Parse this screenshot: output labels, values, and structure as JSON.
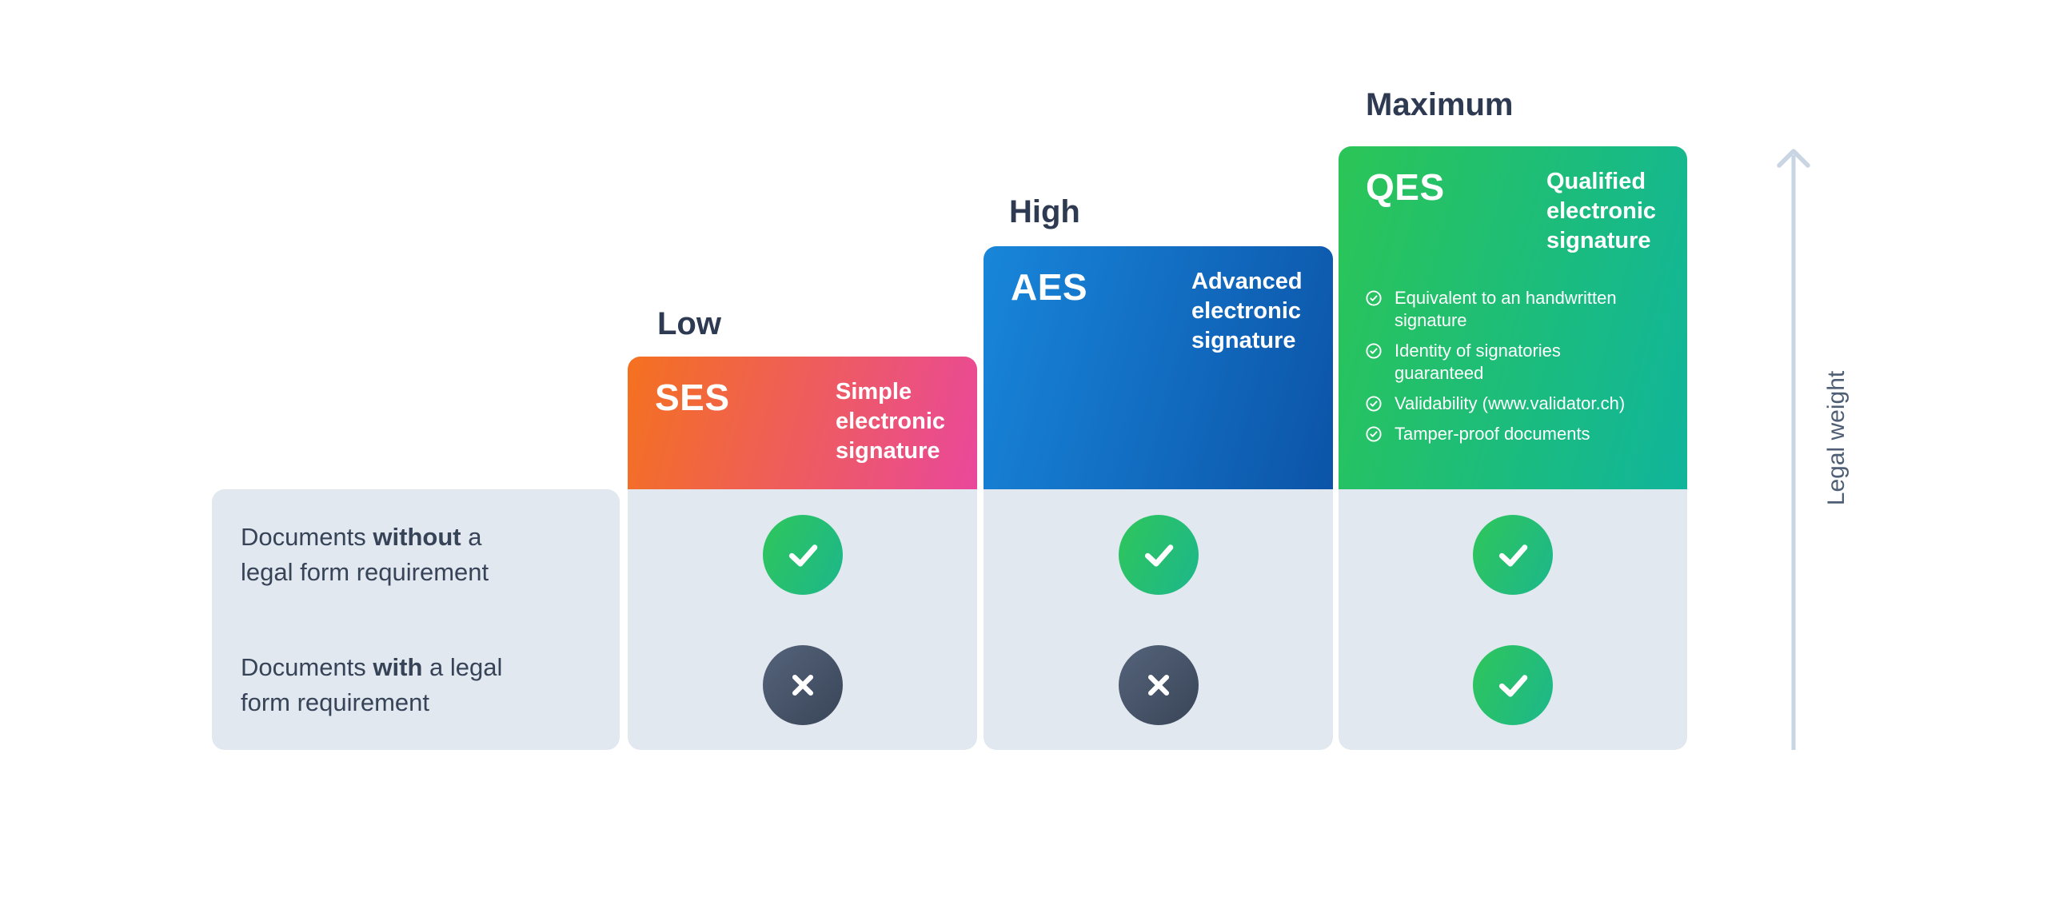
{
  "levels": [
    {
      "weight_label": "Low",
      "abbr": "SES",
      "name": "Simple\nelectronic\nsignature",
      "color_start": "#F4711F",
      "color_end": "#E9489B",
      "features": []
    },
    {
      "weight_label": "High",
      "abbr": "AES",
      "name": "Advanced\nelectronic\nsignature",
      "color_start": "#1886DA",
      "color_end": "#0C54A8",
      "features": []
    },
    {
      "weight_label": "Maximum",
      "abbr": "QES",
      "name": "Qualified\nelectronic\nsignature",
      "color_start": "#2BC556",
      "color_end": "#10B59B",
      "features": [
        "Equivalent to an handwritten\nsignature",
        "Identity of signatories\nguaranteed",
        "Validability (www.validator.ch)",
        "Tamper-proof documents"
      ]
    }
  ],
  "rows": [
    {
      "prefix": "Documents ",
      "bold": "without",
      "suffix": " a\nlegal form requirement",
      "cells": [
        "check",
        "check",
        "check"
      ]
    },
    {
      "prefix": "Documents ",
      "bold": "with",
      "suffix": " a legal\nform requirement",
      "cells": [
        "cross",
        "cross",
        "check"
      ]
    }
  ],
  "axis": {
    "label": "Legal weight"
  },
  "colors": {
    "panel_background": "#E2E8F0",
    "heading_text": "#2E3A52",
    "row_text": "#374357",
    "check_gradient_start": "#2FC65A",
    "check_gradient_end": "#1CB78C",
    "cross_gradient_start": "#55637B",
    "cross_gradient_end": "#394557",
    "arrow": "#C9D5E3",
    "axis_text": "#4E5E74"
  }
}
